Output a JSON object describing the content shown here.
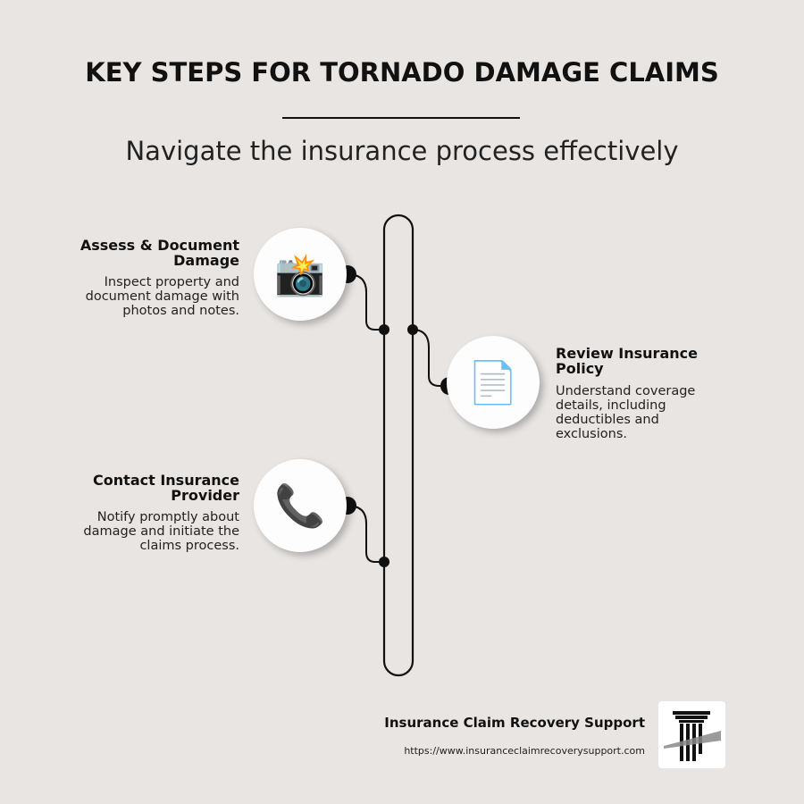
{
  "title": "KEY STEPS FOR TORNADO DAMAGE CLAIMS",
  "subtitle": "Navigate the insurance process effectively",
  "steps": [
    {
      "title_line1": "Assess & Document",
      "title_line2": "Damage",
      "desc_line1": "Inspect property and",
      "desc_line2": "document damage with",
      "desc_line3": "photos and notes.",
      "icon": "camera-flash-icon",
      "glyph": "📸"
    },
    {
      "title_line1": "Review Insurance",
      "title_line2": "Policy",
      "desc_line1": "Understand coverage",
      "desc_line2": "details, including",
      "desc_line3": "deductibles and",
      "desc_line4": "exclusions.",
      "icon": "document-icon",
      "glyph": "📄"
    },
    {
      "title_line1": "Contact Insurance",
      "title_line2": "Provider",
      "desc_line1": "Notify promptly about",
      "desc_line2": "damage and initiate the",
      "desc_line3": "claims process.",
      "icon": "telephone-icon",
      "glyph": "📞"
    }
  ],
  "footer": {
    "name": "Insurance Claim Recovery Support",
    "url": "https://www.insuranceclaimrecoverysupport.com",
    "logo_icon": "pillar-logo-icon"
  },
  "colors": {
    "background": "#e8e5e3",
    "ink": "#111111",
    "circle": "#fdfdfd"
  }
}
